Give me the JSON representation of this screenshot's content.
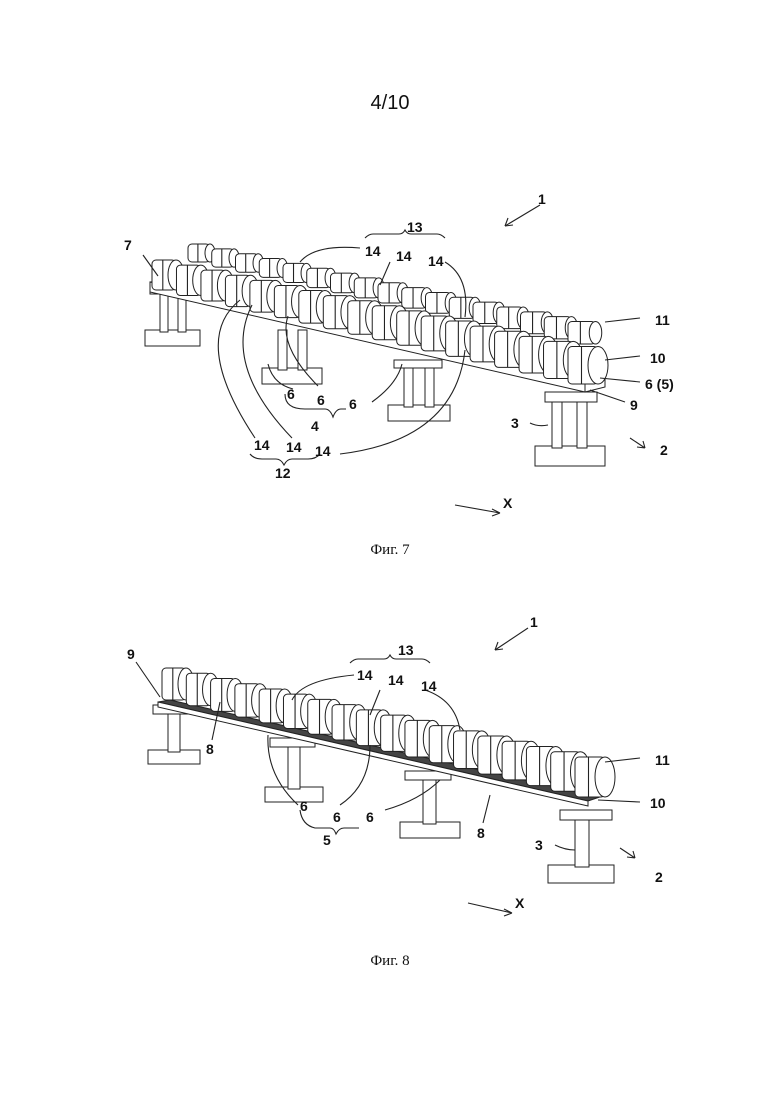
{
  "page_number": "4/10",
  "figure7": {
    "caption": "Фиг. 7",
    "labels": {
      "l1": "1",
      "l13": "13",
      "l14a": "14",
      "l14b": "14",
      "l14c": "14",
      "l7": "7",
      "l11": "11",
      "l10": "10",
      "l6_5": "6 (5)",
      "l9": "9",
      "l6a": "6",
      "l6b": "6",
      "l6c": "6",
      "l4": "4",
      "l3": "3",
      "l2": "2",
      "l14d": "14",
      "l14e": "14",
      "l14f": "14",
      "l12": "12",
      "lx": "X"
    }
  },
  "figure8": {
    "caption": "Фиг. 8",
    "labels": {
      "l1": "1",
      "l13": "13",
      "l14a": "14",
      "l14b": "14",
      "l14c": "14",
      "l9": "9",
      "l8a": "8",
      "l11": "11",
      "l10": "10",
      "l6a": "6",
      "l6b": "6",
      "l6c": "6",
      "l5": "5",
      "l8b": "8",
      "l3": "3",
      "l2": "2",
      "lx": "X"
    }
  }
}
